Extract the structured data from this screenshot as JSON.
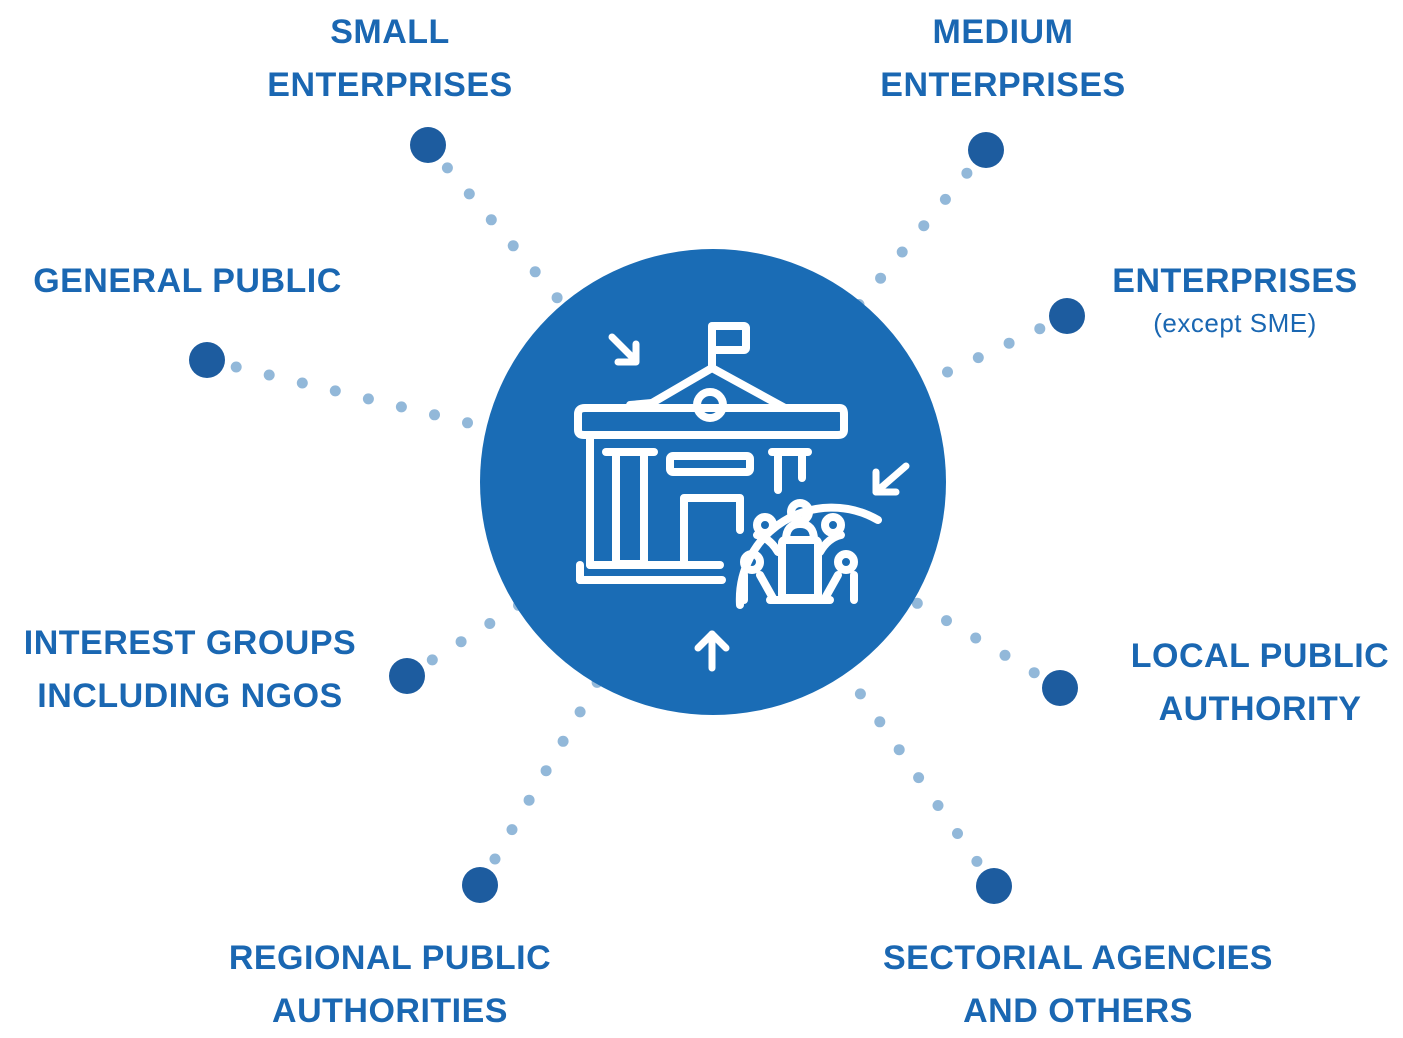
{
  "colors": {
    "primary": "#1a6cb5",
    "node": "#1d5c9f",
    "dot": "#92b8d9",
    "text": "#1a67b2",
    "icon_stroke": "#ffffff"
  },
  "center": {
    "icon": "government-building-meeting-icon"
  },
  "stakeholders": [
    {
      "id": "small",
      "lines": [
        "SMALL",
        "ENTERPRISES"
      ],
      "sub": ""
    },
    {
      "id": "medium",
      "lines": [
        "MEDIUM",
        "ENTERPRISES"
      ],
      "sub": ""
    },
    {
      "id": "general",
      "lines": [
        "GENERAL PUBLIC"
      ],
      "sub": ""
    },
    {
      "id": "enterprises",
      "lines": [
        "ENTERPRISES"
      ],
      "sub": "(except SME)"
    },
    {
      "id": "interest",
      "lines": [
        "INTEREST GROUPS",
        "INCLUDING NGOS"
      ],
      "sub": ""
    },
    {
      "id": "local",
      "lines": [
        "LOCAL PUBLIC",
        "AUTHORITY"
      ],
      "sub": ""
    },
    {
      "id": "regional",
      "lines": [
        "REGIONAL PUBLIC",
        "AUTHORITIES"
      ],
      "sub": ""
    },
    {
      "id": "sectorial",
      "lines": [
        "SECTORIAL AGENCIES",
        "AND OTHERS"
      ],
      "sub": ""
    }
  ]
}
